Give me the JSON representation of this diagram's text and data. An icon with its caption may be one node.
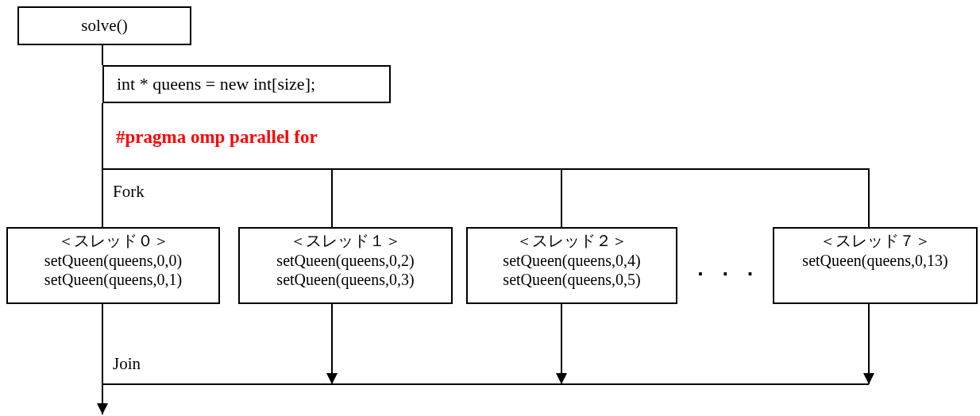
{
  "diagram": {
    "nodes": [
      {
        "text": [
          "solve()"
        ]
      },
      {
        "text": [
          "int * queens = new int[size];"
        ]
      },
      {
        "text": [
          "＜スレッド０＞",
          "setQueen(queens,0,0)",
          "setQueen(queens,0,1)"
        ]
      },
      {
        "text": [
          "＜スレッド１＞",
          "setQueen(queens,0,2)",
          "setQueen(queens,0,3)"
        ]
      },
      {
        "text": [
          "＜スレッド２＞",
          "setQueen(queens,0,4)",
          "setQueen(queens,0,5)"
        ]
      },
      {
        "text": [
          "＜スレッド７＞",
          "setQueen(queens,0,13)"
        ]
      }
    ],
    "edges": [
      {
        "from": 0,
        "to": 1,
        "arrow": "none"
      },
      {
        "from": 1,
        "to": 2,
        "arrow": "none"
      },
      {
        "from": 1,
        "to": 3,
        "arrow": "none"
      },
      {
        "from": 1,
        "to": 4,
        "arrow": "none"
      },
      {
        "from": 1,
        "to": 5,
        "arrow": "none"
      },
      {
        "from": 2,
        "to": null,
        "arrow": "to"
      },
      {
        "from": 3,
        "to": null,
        "arrow": "to"
      },
      {
        "from": 4,
        "to": null,
        "arrow": "to"
      },
      {
        "from": 5,
        "to": null,
        "arrow": "to"
      }
    ],
    "labels": [
      "#pragma omp parallel for",
      "Fork",
      ". . .",
      "Join"
    ]
  }
}
